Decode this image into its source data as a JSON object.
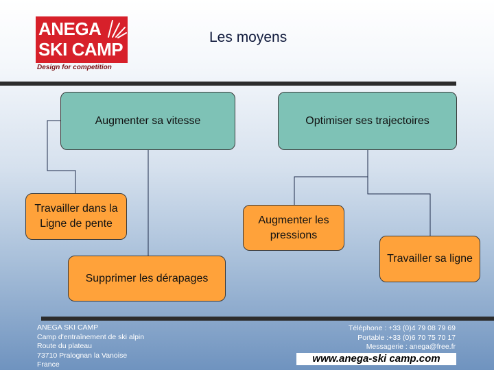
{
  "logo": {
    "line1": "ANEGA",
    "line2": "SKI CAMP",
    "tagline": "Design for competition"
  },
  "title": "Les moyens",
  "diagram": {
    "main_left": "Augmenter sa vitesse",
    "main_right": "Optimiser ses trajectoires",
    "left_child_1": "Travailler dans la Ligne de pente",
    "left_child_2": "Supprimer les dérapages",
    "right_child_1": "Augmenter les pressions",
    "right_child_2": "Travailler sa ligne"
  },
  "footer": {
    "address": [
      "ANEGA SKI CAMP",
      "Camp d'entraînement  de ski alpin",
      "Route du plateau",
      "73710 Pralognan la Vanoise",
      "France"
    ],
    "contact": [
      "Téléphone : +33 (0)4 79 08 79 69",
      "Portable :+33 (0)6 70 75 70 17",
      "Messagerie : anega@free.fr"
    ],
    "website": "www.anega-ski camp.com"
  },
  "colors": {
    "teal": "#7ec2b6",
    "orange": "#ffa23a",
    "logo_red": "#d7202a",
    "title": "#101a3c"
  }
}
